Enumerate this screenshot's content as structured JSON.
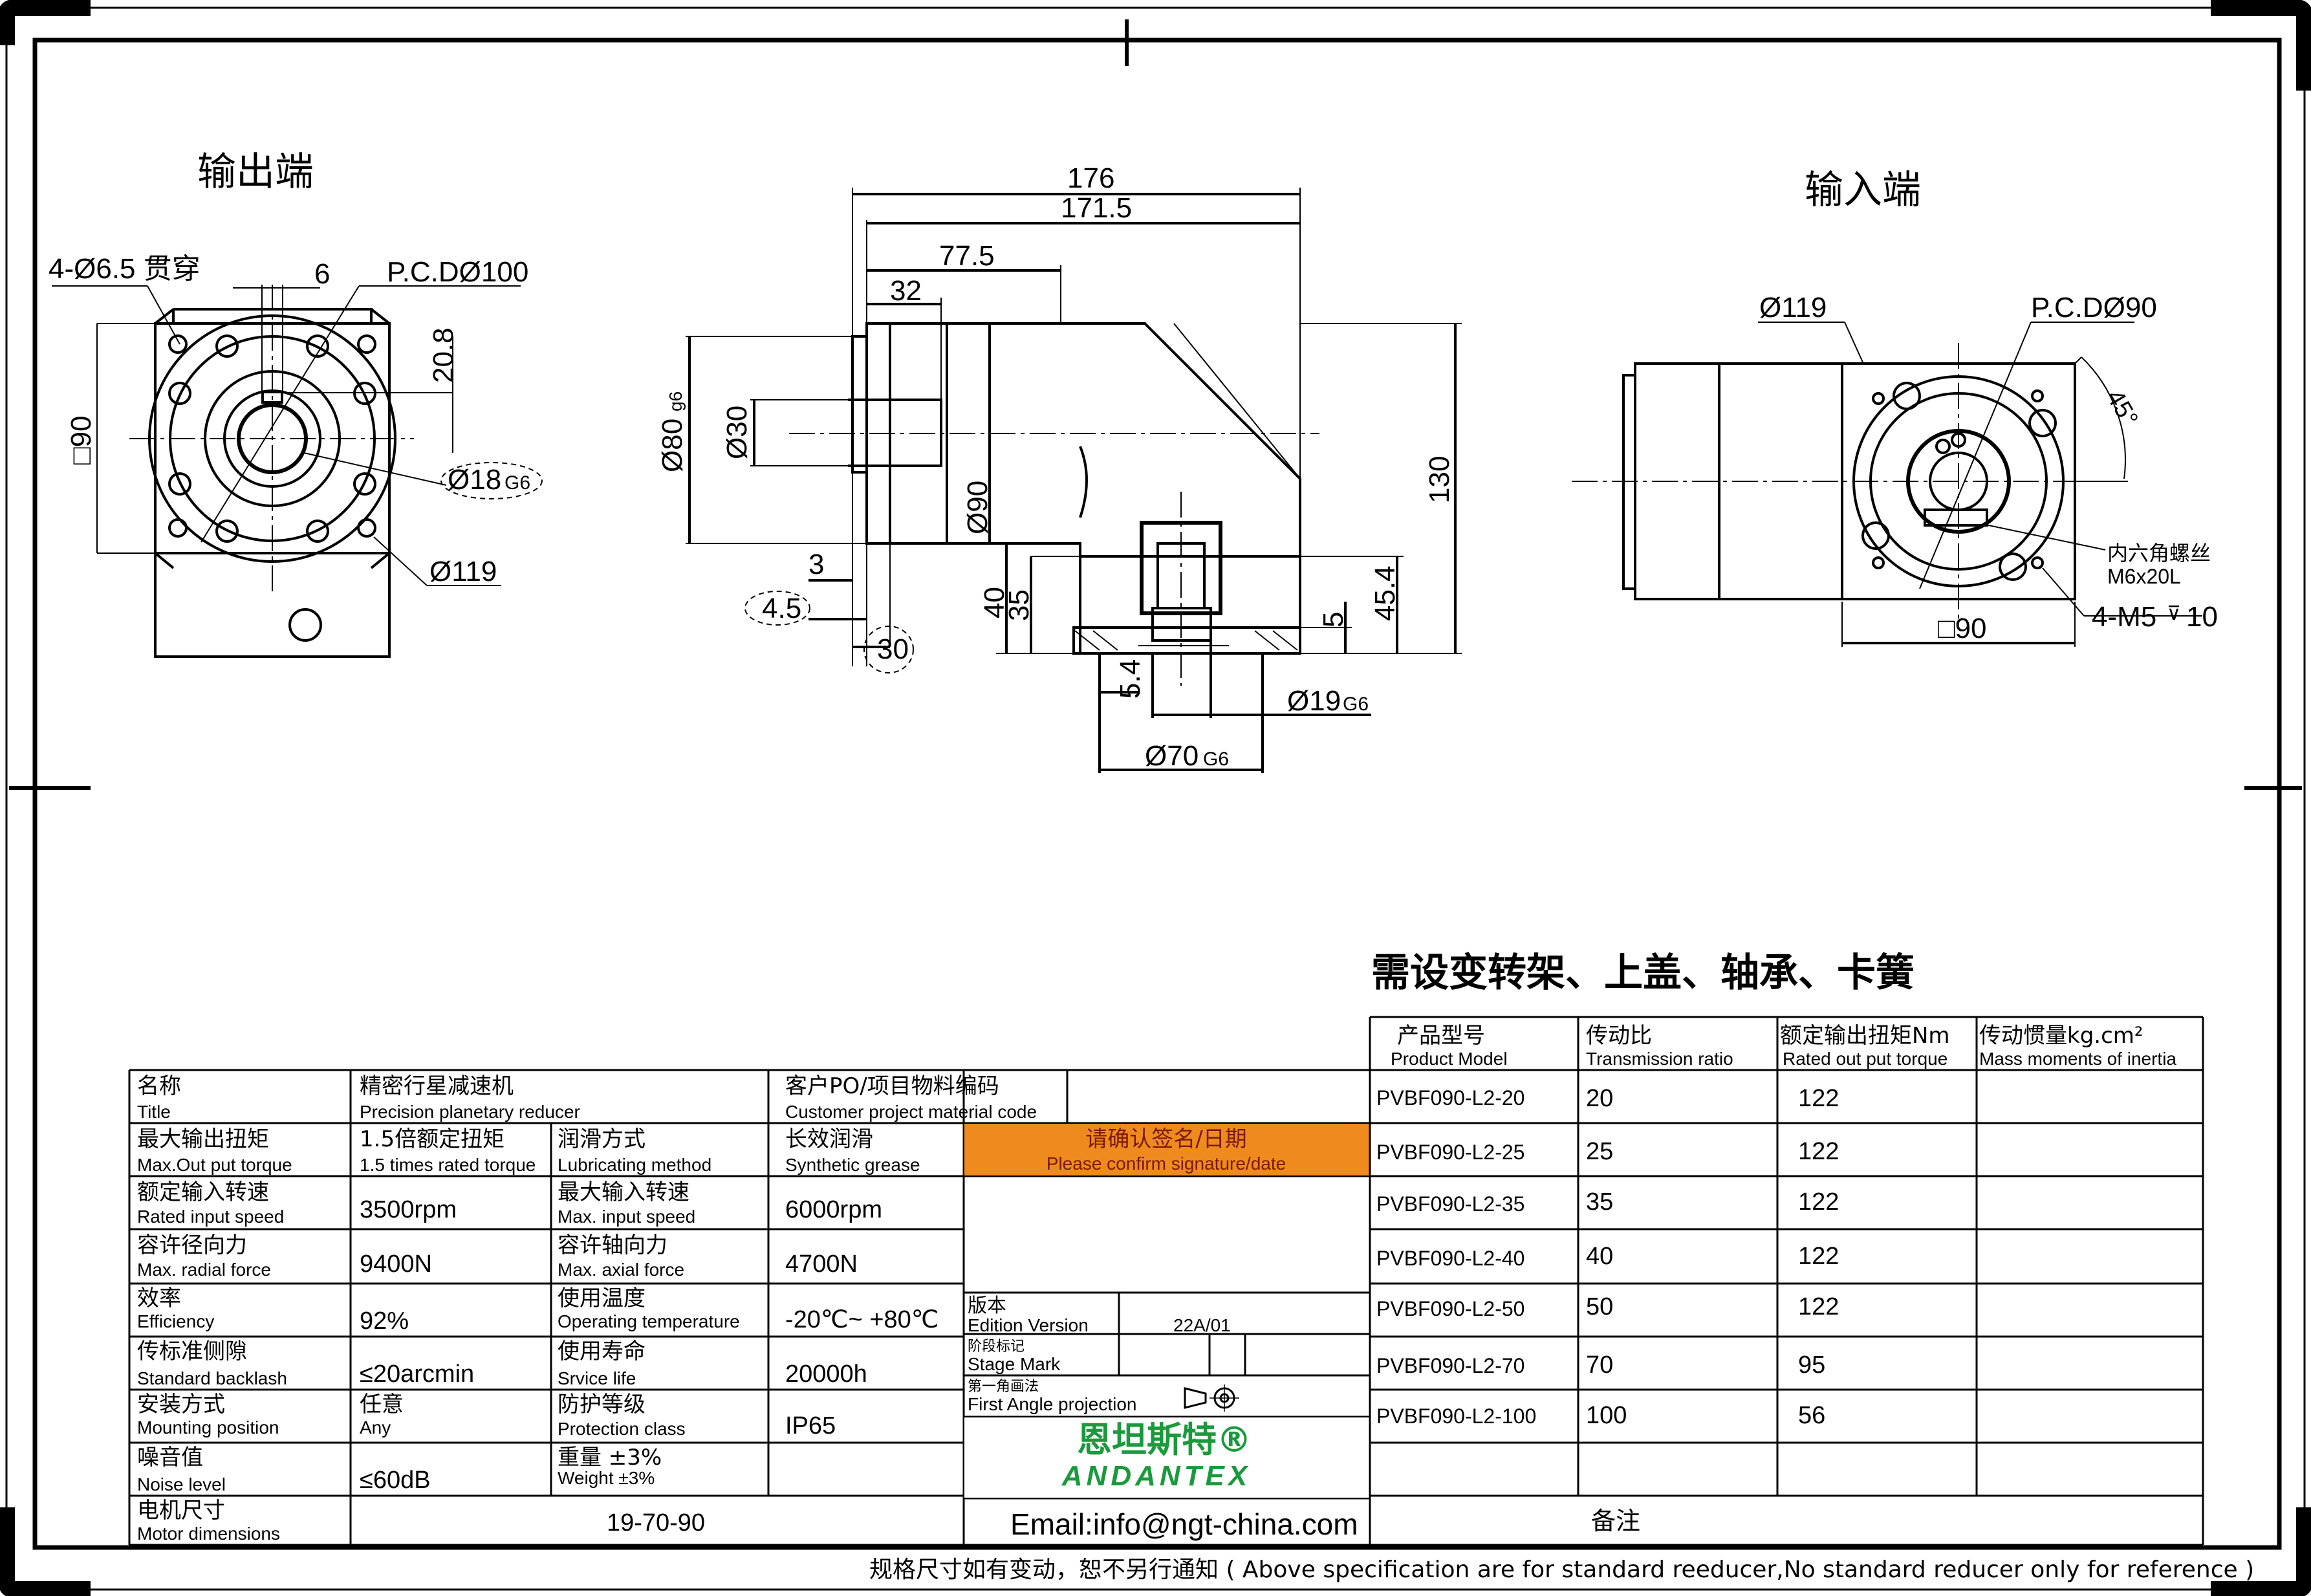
{
  "views": {
    "output_end_title": "输出端",
    "input_end_title": "输入端",
    "output": {
      "holes_label": "4-Ø6.5 贯穿",
      "key_width": "6",
      "pcd": "P.C.DØ100",
      "key_height": "20.8",
      "square": "□90",
      "shaft_dia": "Ø18",
      "shaft_tol": "G6",
      "flange_dia": "Ø119"
    },
    "side": {
      "len_total": "176",
      "len_body": "171.5",
      "len_77": "77.5",
      "len_32": "32",
      "dia_80": "Ø80",
      "dia_80_tol": "g6",
      "dia_30": "Ø30",
      "dia_90": "Ø90",
      "height_130": "130",
      "dim_3": "3",
      "dim_4_5": "4.5",
      "dim_30": "30",
      "dim_40": "40",
      "dim_35": "35",
      "dim_5": "5",
      "dim_45_4": "45.4",
      "dim_5_4": "5.4",
      "dia_19": "Ø19",
      "dia_19_tol": "G6",
      "dia_70": "Ø70",
      "dia_70_tol": "G6"
    },
    "input": {
      "dia_119": "Ø119",
      "pcd": "P.C.DØ90",
      "angle": "45°",
      "screw_cn": "内六角螺丝",
      "screw_en": "M6x20L",
      "square": "□90",
      "holes": "4-M5",
      "hole_depth": "10"
    }
  },
  "notice": "需设变转架、上盖、轴承、卡簧",
  "spec": {
    "title_cn": "名称",
    "title_en": "Title",
    "title_val_cn": "精密行星减速机",
    "title_val_en": "Precision planetary reducer",
    "customer_cn": "客户PO/项目物料编码",
    "customer_en": "Customer project material code",
    "maxout_cn": "最大输出扭矩",
    "maxout_en": "Max.Out put torque",
    "maxout_val_cn": "1.5倍额定扭矩",
    "maxout_val_en": "1.5 times rated torque",
    "lub_cn": "润滑方式",
    "lub_en": "Lubricating method",
    "lub_val_cn": "长效润滑",
    "lub_val_en": "Synthetic grease",
    "confirm_cn": "请确认签名/日期",
    "confirm_en": "Please confirm signature/date",
    "rin_cn": "额定输入转速",
    "rin_en": "Rated input speed",
    "rin_val": "3500rpm",
    "maxin_cn": "最大输入转速",
    "maxin_en": "Max. input speed",
    "maxin_val": "6000rpm",
    "rad_cn": "容许径向力",
    "rad_en": "Max. radial force",
    "rad_val": "9400N",
    "axi_cn": "容许轴向力",
    "axi_en": "Max. axial force",
    "axi_val": "4700N",
    "eff_cn": "效率",
    "eff_en": "Efficiency",
    "eff_val": "92%",
    "temp_cn": "使用温度",
    "temp_en": "Operating temperature",
    "temp_val": "-20℃~ +80℃",
    "edition_cn": "版本",
    "edition_en": "Edition Version",
    "edition_val": "22A/01",
    "back_cn": "传标准侧隙",
    "back_en": "Standard backlash",
    "back_val": "≤20arcmin",
    "life_cn": "使用寿命",
    "life_en": "Srvice life",
    "life_val": "20000h",
    "stage_cn": "阶段标记",
    "stage_en": "Stage Mark",
    "proj_cn": "第一角画法",
    "proj_en": "First Angle projection",
    "mount_cn": "安装方式",
    "mount_en": "Mounting position",
    "mount_val_cn": "任意",
    "mount_val_en": "Any",
    "prot_cn": "防护等级",
    "prot_en": "Protection class",
    "prot_val": "IP65",
    "noise_cn": "噪音值",
    "noise_en": "Noise level",
    "noise_val": "≤60dB",
    "weight_cn": "重量 ±3%",
    "weight_en": "Weight ±3%",
    "motor_cn": "电机尺寸",
    "motor_en": "Motor dimensions",
    "motor_val": "19-70-90",
    "brand_cn": "恩坦斯特®",
    "brand_en": "ANDANTEX",
    "email": "Email:info@ngt-china.com",
    "remark": "备注"
  },
  "models": {
    "headers": [
      {
        "cn": "产品型号",
        "en": "Product Model"
      },
      {
        "cn": "传动比",
        "en": "Transmission ratio"
      },
      {
        "cn": "额定输出扭矩Nm",
        "en": "Rated out put torque"
      },
      {
        "cn": "传动惯量kg.cm²",
        "en": "Mass moments of inertia"
      }
    ],
    "rows": [
      {
        "model": "PVBF090-L2-20",
        "ratio": "20",
        "torque": "122"
      },
      {
        "model": "PVBF090-L2-25",
        "ratio": "25",
        "torque": "122"
      },
      {
        "model": "PVBF090-L2-35",
        "ratio": "35",
        "torque": "122"
      },
      {
        "model": "PVBF090-L2-40",
        "ratio": "40",
        "torque": "122"
      },
      {
        "model": "PVBF090-L2-50",
        "ratio": "50",
        "torque": "122"
      },
      {
        "model": "PVBF090-L2-70",
        "ratio": "70",
        "torque": "95"
      },
      {
        "model": "PVBF090-L2-100",
        "ratio": "100",
        "torque": "56"
      }
    ]
  },
  "footer": "规格尺寸如有变动，恕不另行通知 ( Above specification are for standard reeducer,No standard reducer only for reference )",
  "colors": {
    "confirm_bg": "#ef8a1e",
    "brand": "#1a9a3c",
    "line": "#000000"
  }
}
